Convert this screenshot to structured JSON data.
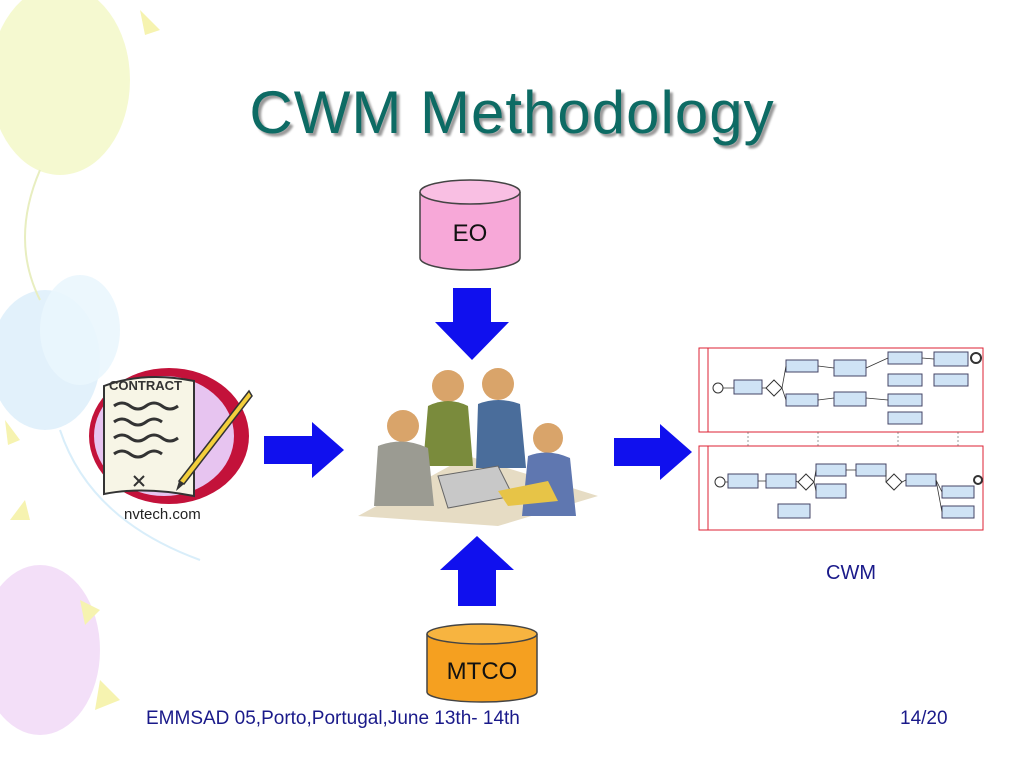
{
  "slide": {
    "title": "CWM Methodology",
    "footer_left": "EMMSAD 05,Porto,Portugal,June 13th- 14th",
    "page_number": "14/20"
  },
  "diagram": {
    "top_store_label": "EO",
    "bottom_store_label": "MTCO",
    "output_label": "CWM",
    "contract_image_text": "CONTRACT",
    "contract_caption": "nvtech.com",
    "colors": {
      "title": "#0d6b64",
      "arrow": "#1010ee",
      "eo_fill": "#f7a8d8",
      "mtco_fill": "#f5a020",
      "footer_text": "#1a1a8a"
    }
  }
}
